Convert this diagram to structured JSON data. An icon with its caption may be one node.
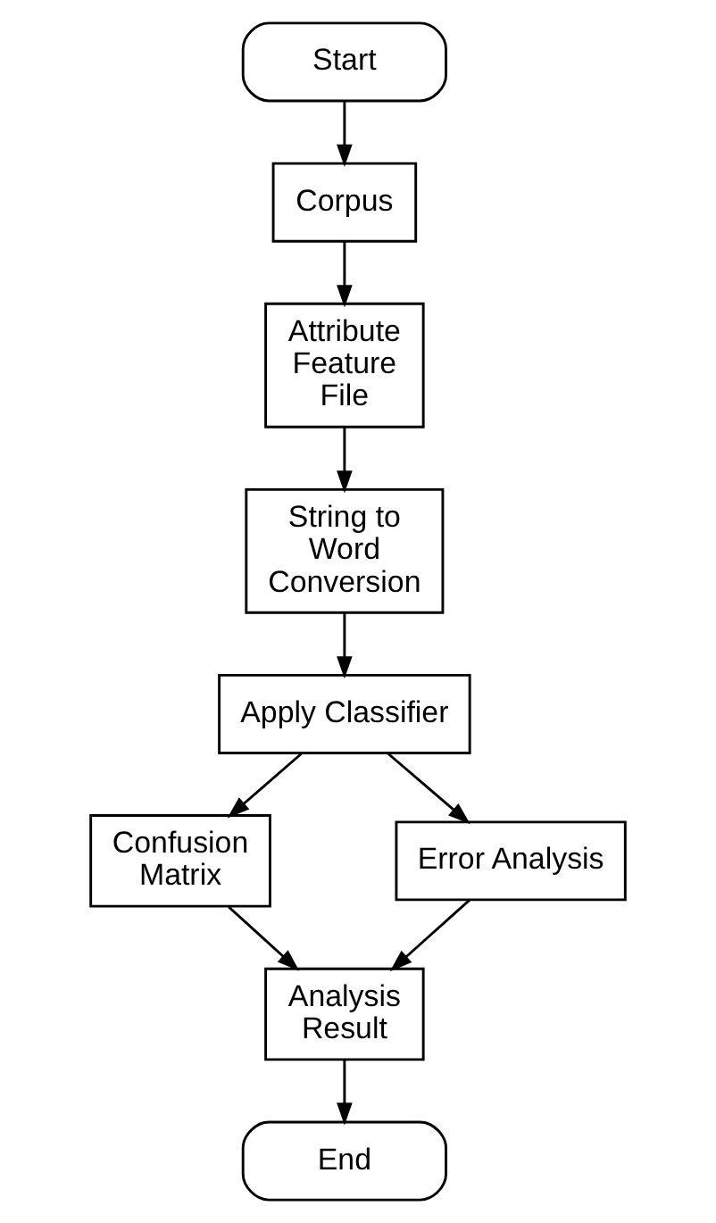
{
  "diagram": {
    "nodes": [
      {
        "text": [
          "Start"
        ]
      },
      {
        "text": [
          "Corpus"
        ]
      },
      {
        "text": [
          "Attribute Feature File"
        ]
      },
      {
        "text": [
          "String to Word Conversion"
        ]
      },
      {
        "text": [
          "Apply Classifier"
        ]
      },
      {
        "text": [
          "Confusion Matrix"
        ]
      },
      {
        "text": [
          "Error Analysis"
        ]
      },
      {
        "text": [
          "Analysis Result"
        ]
      },
      {
        "text": [
          "End"
        ]
      }
    ],
    "edges": [
      {
        "from": 0,
        "to": 1,
        "arrow": "to"
      },
      {
        "from": 1,
        "to": 2,
        "arrow": "to"
      },
      {
        "from": 2,
        "to": 3,
        "arrow": "to"
      },
      {
        "from": 3,
        "to": 4,
        "arrow": "to"
      },
      {
        "from": 4,
        "to": 5,
        "arrow": "to"
      },
      {
        "from": 4,
        "to": 6,
        "arrow": "to"
      },
      {
        "from": 5,
        "to": 7,
        "arrow": "to"
      },
      {
        "from": 6,
        "to": 7,
        "arrow": "to"
      },
      {
        "from": 7,
        "to": 8,
        "arrow": "to"
      }
    ]
  }
}
